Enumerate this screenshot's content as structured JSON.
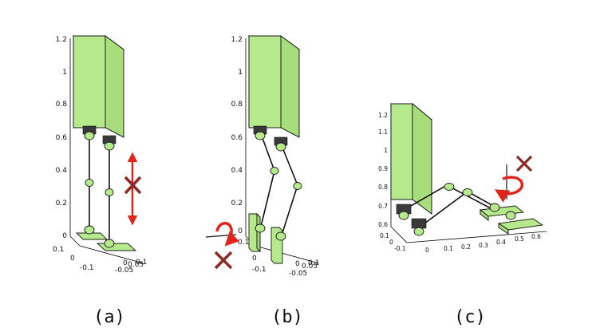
{
  "panels": [
    {
      "id": "a",
      "caption": "(a)",
      "z_ticks": [
        "1.2",
        "1",
        "0.8",
        "0.6",
        "0.4",
        "0.2",
        "0"
      ],
      "y_ticks": [
        "0.1",
        "0",
        "-0.1"
      ],
      "x_ticks": [
        "0.1",
        "0.05",
        "0",
        "-0.05"
      ]
    },
    {
      "id": "b",
      "caption": "(b)",
      "z_ticks": [
        "1.2",
        "1",
        "0.8",
        "0.6",
        "0.4",
        "0.2",
        "0"
      ],
      "y_ticks": [
        "0.1",
        "0",
        "-0.1"
      ],
      "x_ticks": [
        "0.1",
        "0.05",
        "0",
        "-0.05"
      ]
    },
    {
      "id": "c",
      "caption": "(c)",
      "z_ticks": [
        "1.2",
        "1.1",
        "1",
        "0.9",
        "0.8",
        "0.7",
        "0.6"
      ],
      "y_ticks": [
        "0.1",
        "0",
        "-0.1"
      ],
      "x_ticks": [
        "0",
        "0.1",
        "0.2",
        "0.3",
        "0.4",
        "0.5",
        "0.6"
      ]
    }
  ],
  "colors": {
    "body": "#b6e98c",
    "arrow": "#e0261b",
    "cross": "#8b2a26"
  },
  "icons": [
    "vertical-double-arrow-icon",
    "cross-mark-icon",
    "rotation-arrow-icon"
  ]
}
